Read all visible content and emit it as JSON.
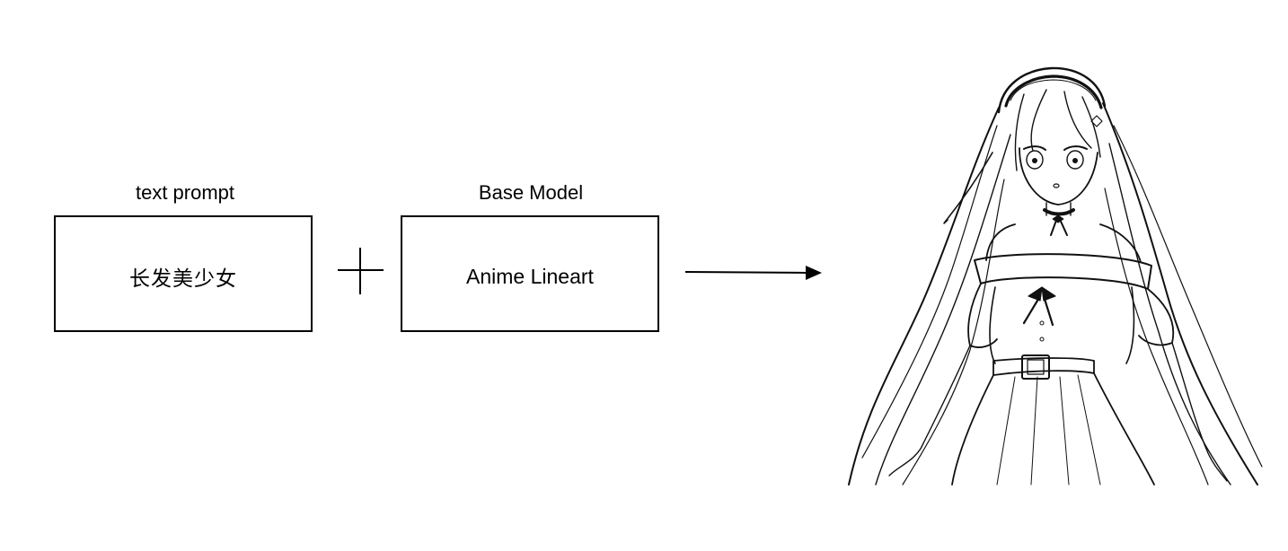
{
  "inputs": {
    "text_prompt": {
      "caption": "text prompt",
      "value": "长发美少女"
    },
    "base_model": {
      "caption": "Base Model",
      "value": "Anime Lineart"
    }
  },
  "operators": {
    "combine": "plus-sign",
    "produces": "arrow-right"
  },
  "output": {
    "image": "anime-lineart-girl-illustration",
    "subject_elements": [
      "long-flowing-hair",
      "hairband",
      "choker-with-ribbon",
      "off-shoulder-blouse",
      "ribbon-bow",
      "belt-with-buckle",
      "pleated-skirt"
    ]
  },
  "colors": {
    "background": "#ffffff",
    "stroke": "#000000"
  }
}
